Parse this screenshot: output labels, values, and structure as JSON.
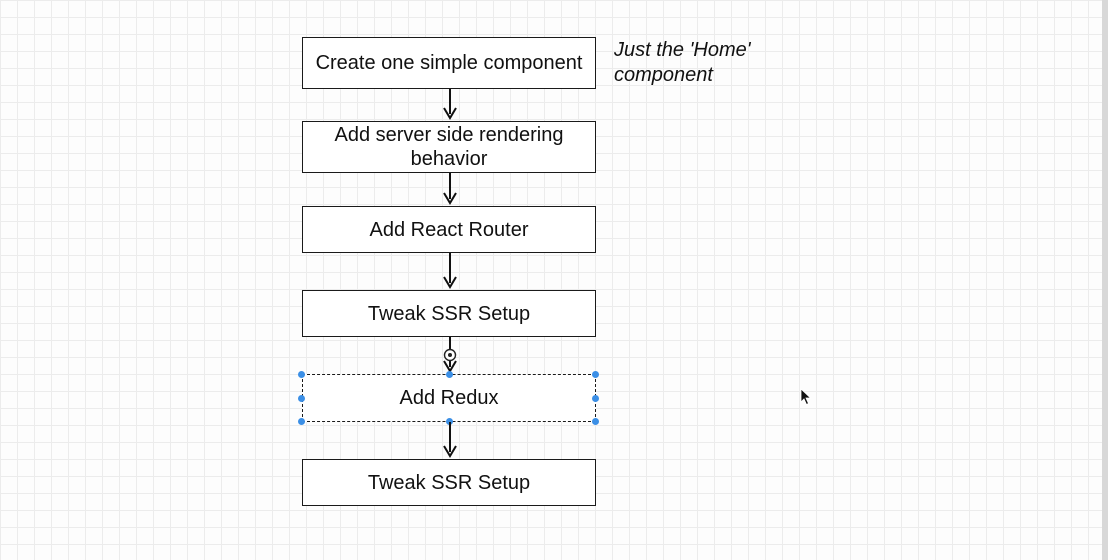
{
  "flowchart": {
    "steps": [
      {
        "label": "Create one simple component"
      },
      {
        "label": "Add server side rendering behavior"
      },
      {
        "label": "Add React Router"
      },
      {
        "label": "Tweak SSR Setup"
      },
      {
        "label": "Add Redux",
        "selected": true
      },
      {
        "label": "Tweak SSR Setup"
      }
    ],
    "annotation": "Just the 'Home' component"
  },
  "colors": {
    "selection_handle": "#3b8fe6",
    "box_border": "#1a1a1a",
    "grid": "#ececec"
  },
  "icons": [
    "connection-point-icon",
    "mouse-pointer-icon"
  ]
}
